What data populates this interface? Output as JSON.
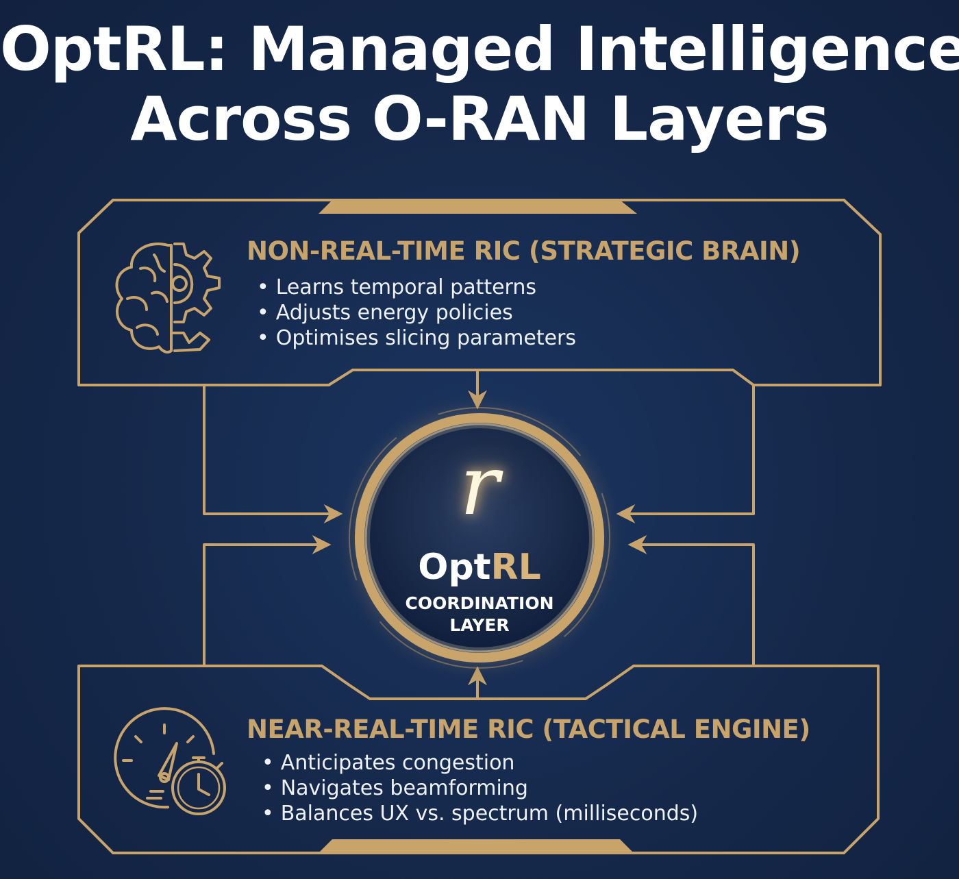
{
  "title": {
    "line1": "OptRL: Managed Intelligence",
    "line2": "Across O-RAN Layers"
  },
  "colors": {
    "background": "#15284a",
    "accent_gold": "#c9a46a",
    "text_white": "#ffffff"
  },
  "top_panel": {
    "icon": "brain-gear-icon",
    "heading": "NON-REAL-TIME RIC (STRATEGIC BRAIN)",
    "bullets": [
      "Learns temporal patterns",
      "Adjusts energy policies",
      "Optimises slicing parameters"
    ]
  },
  "bottom_panel": {
    "icon": "gauge-stopwatch-icon",
    "heading": "NEAR-REAL-TIME RIC (TACTICAL ENGINE)",
    "bullets": [
      "Anticipates congestion",
      "Navigates beamforming",
      "Balances UX vs. spectrum (milliseconds)"
    ]
  },
  "hub": {
    "glyph": "r",
    "name_part1": "Opt",
    "name_part2": "RL",
    "subtitle_line1": "COORDINATION",
    "subtitle_line2": "LAYER"
  }
}
